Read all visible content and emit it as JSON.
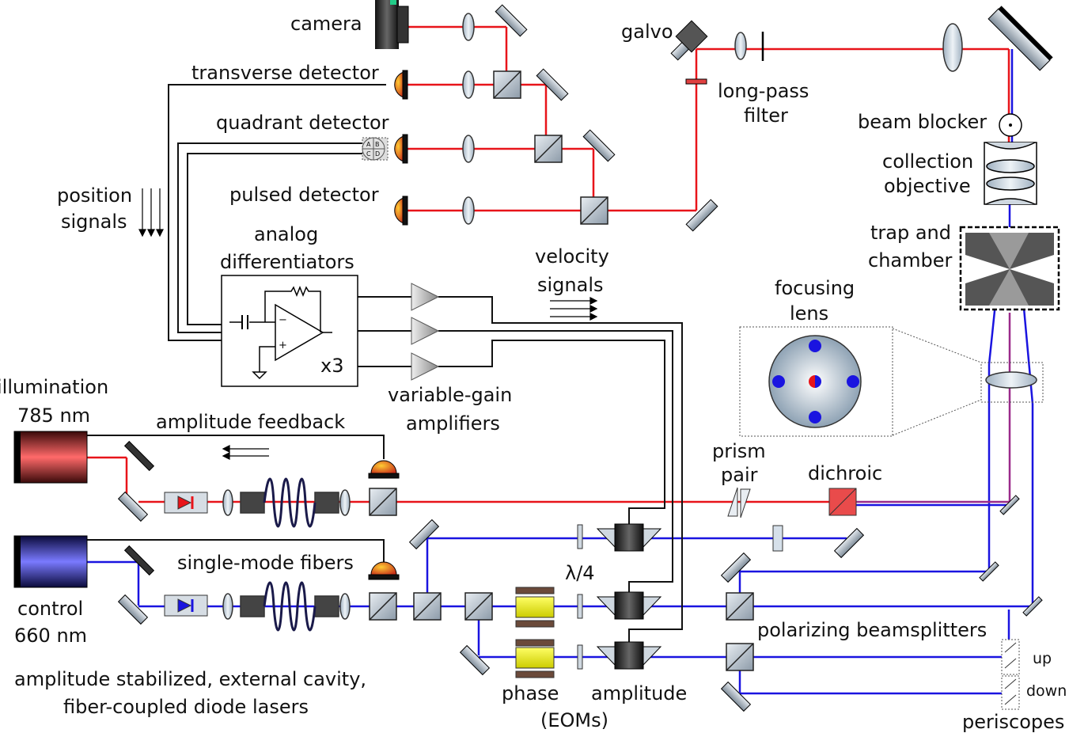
{
  "labels": {
    "camera": "camera",
    "transverse_detector": "transverse detector",
    "quadrant_detector": "quadrant detector",
    "pulsed_detector": "pulsed detector",
    "position_signals_1": "position",
    "position_signals_2": "signals",
    "analog_1": "analog",
    "analog_2": "differentiators",
    "x3": "x3",
    "velocity_1": "velocity",
    "velocity_2": "signals",
    "vga_1": "variable-gain",
    "vga_2": "amplifiers",
    "galvo": "galvo",
    "longpass_1": "long-pass",
    "longpass_2": "filter",
    "beam_blocker": "beam blocker",
    "collection_1": "collection",
    "collection_2": "objective",
    "trap_1": "trap and",
    "trap_2": "chamber",
    "focusing_1": "focusing",
    "focusing_2": "lens",
    "illumination_1": "illumination",
    "illumination_2": "785 nm",
    "amplitude_feedback": "amplitude feedback",
    "single_mode_fibers": "single-mode fibers",
    "control_1": "control",
    "control_2": "660 nm",
    "stabilized_1": "amplitude stabilized, external cavity,",
    "stabilized_2": "fiber-coupled diode lasers",
    "prism_1": "prism",
    "prism_2": "pair",
    "dichroic": "dichroic",
    "lambda4": "λ/4",
    "pbs": "polarizing beamsplitters",
    "phase": "phase",
    "amplitude": "amplitude",
    "eoms": "(EOMs)",
    "up": "up",
    "down": "down",
    "periscopes": "periscopes",
    "quad_a": "A",
    "quad_b": "B",
    "quad_c": "C",
    "quad_d": "D"
  },
  "colors": {
    "red_beam": "#e8141a",
    "blue_beam": "#1a14e0",
    "mixed_beam": "#9a2a8a",
    "wire": "#111111"
  }
}
